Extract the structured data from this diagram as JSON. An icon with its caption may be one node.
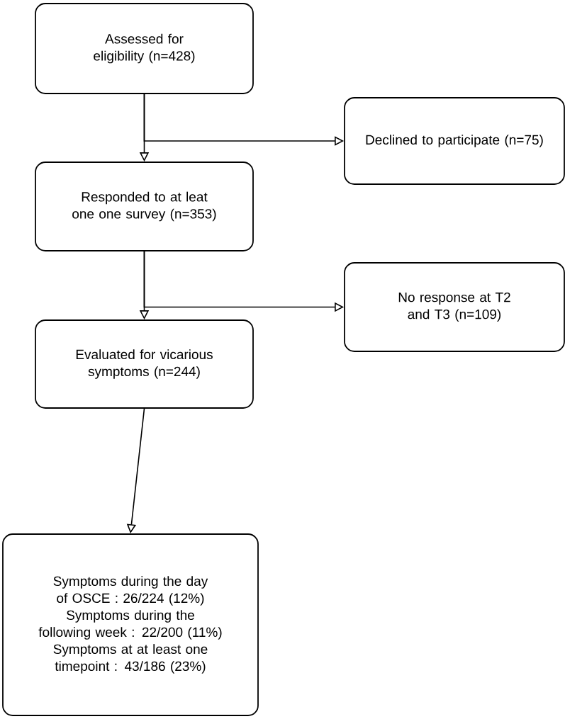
{
  "diagram": {
    "nodes": [
      {
        "text": [
          "Assessed for eligibility (n=428)"
        ]
      },
      {
        "text": [
          "Declined to participate (n=75)"
        ]
      },
      {
        "text": [
          "Responded to at leat one one survey (n=353)"
        ]
      },
      {
        "text": [
          "No response at T2 and T3 (n=109)"
        ]
      },
      {
        "text": [
          "Evaluated for vicarious symptoms (n=244)"
        ]
      },
      {
        "text": [
          "Symptoms during the day of OSCE : 26/224 (12%)",
          "Symptoms during the following week : 22/200 (11%)",
          "Symptoms at at least one timepoint : 43/186 (23%)"
        ]
      }
    ],
    "edges": [
      {
        "from": 0,
        "to": 2,
        "arrow": "to"
      },
      {
        "from": 0,
        "to": 1,
        "arrow": "to"
      },
      {
        "from": 2,
        "to": 4,
        "arrow": "to"
      },
      {
        "from": 2,
        "to": 3,
        "arrow": "to"
      },
      {
        "from": 4,
        "to": 5,
        "arrow": "to"
      }
    ]
  }
}
